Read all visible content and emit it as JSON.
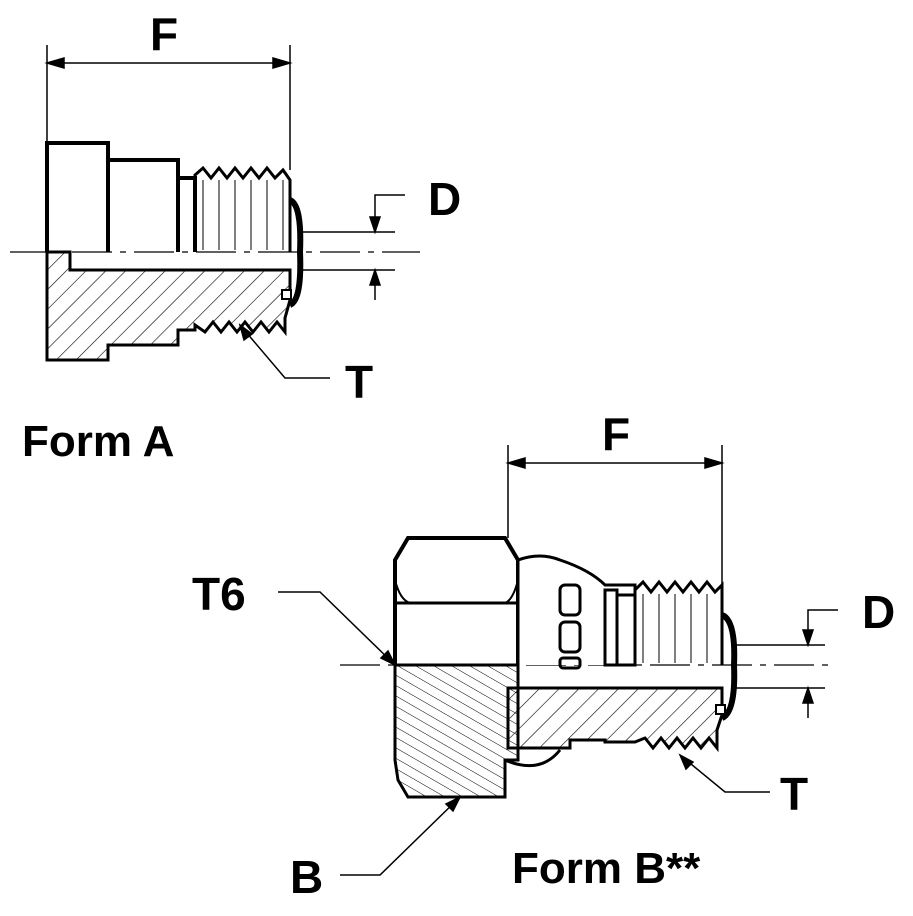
{
  "form_a": {
    "title": "Form A",
    "dim_length": "F",
    "dim_diameter": "D",
    "thread": "T"
  },
  "form_b": {
    "title": "Form B**",
    "dim_length": "F",
    "dim_diameter": "D",
    "thread": "T",
    "nut_thread": "T6",
    "hex_size": "B"
  },
  "colors": {
    "line": "#000000",
    "background": "#ffffff"
  }
}
